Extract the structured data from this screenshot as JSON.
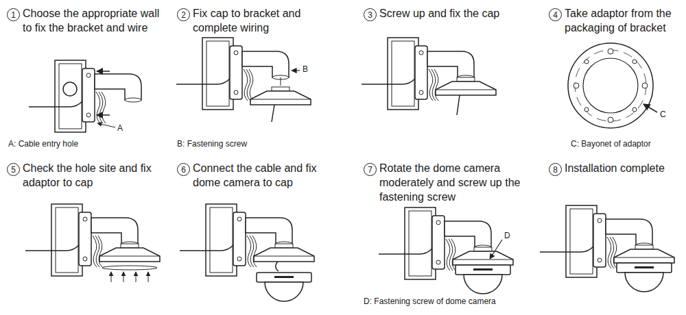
{
  "diagram": {
    "nodes": [
      {
        "text": [
          "1"
        ]
      },
      {
        "text": [
          "2"
        ]
      },
      {
        "text": [
          "3"
        ]
      },
      {
        "text": [
          "4"
        ]
      },
      {
        "text": [
          "5"
        ]
      },
      {
        "text": [
          "6"
        ]
      },
      {
        "text": [
          "7"
        ]
      },
      {
        "text": [
          "8"
        ]
      }
    ],
    "labels": [
      "Choose the appropriate wall to fix the bracket and wire",
      "Fix cap to bracket and complete wiring",
      "Screw up and fix the cap",
      "Take adaptor from the packaging of bracket",
      "A",
      "A: Cable entry hole",
      "B",
      "B: Fastening screw",
      "C",
      "C: Bayonet of adaptor",
      "Check the hole site and fix adaptor to cap",
      "Connect the cable and fix dome camera to cap",
      "Rotate the dome camera moderately and screw up the fastening screw",
      "Installation complete",
      "D",
      "D: Fastening screw of dome camera"
    ]
  }
}
